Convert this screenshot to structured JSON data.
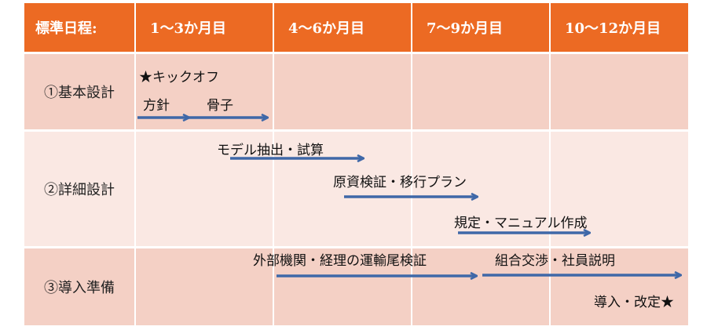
{
  "header": {
    "label": "標準日程:",
    "periods": [
      "1〜3か月目",
      "4〜6か月目",
      "7〜9か月目",
      "10〜12か月目"
    ]
  },
  "rows": [
    {
      "label": "①基本設計"
    },
    {
      "label": "②詳細設計"
    },
    {
      "label": "③導入準備"
    }
  ],
  "tasks": {
    "kickoff": "★キックオフ",
    "houshin": "方針",
    "kosshi": "骨子",
    "model": "モデル抽出・試算",
    "genka": "原資検証・移行プラン",
    "kitei": "規定・マニュアル作成",
    "gaibu": "外部機関・経理の運輸尾検証",
    "kumiai": "組合交渉・社員説明",
    "dounyu": "導入・改定★"
  },
  "colors": {
    "header": "#ec6a23",
    "row_dark": "#f4d0c5",
    "row_light": "#fae8e3",
    "arrow": "#3f68a8"
  }
}
